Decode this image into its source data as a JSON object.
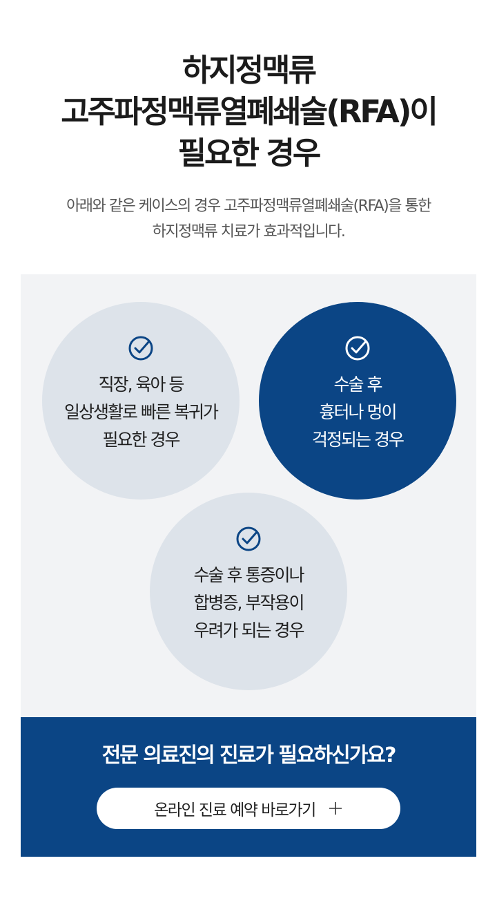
{
  "header": {
    "title_lines": [
      "하지정맥류",
      "고주파정맥류열폐쇄술(RFA)이",
      "필요한 경우"
    ],
    "subtitle_lines": [
      "아래와 같은 케이스의 경우 고주파정맥류열폐쇄술(RFA)을 통한",
      "하지정맥류 치료가 효과적입니다."
    ]
  },
  "cases": [
    {
      "icon": "check-circle-icon",
      "style": "light",
      "lines": [
        "직장, 육아 등",
        "일상생활로 빠른 복귀가",
        "필요한 경우"
      ]
    },
    {
      "icon": "check-circle-icon",
      "style": "dark",
      "lines": [
        "수술 후",
        "흉터나 멍이",
        "걱정되는 경우"
      ]
    },
    {
      "icon": "check-circle-icon",
      "style": "light",
      "lines": [
        "수술 후 통증이나",
        "합병증, 부작용이",
        "우려가 되는 경우"
      ]
    }
  ],
  "cta": {
    "title": "전문 의료진의 진료가 필요하신가요?",
    "button_label": "온라인 진료 예약 바로가기",
    "button_icon": "plus-icon"
  },
  "colors": {
    "navy": "#0b4585",
    "circle_light": "#dde3ea",
    "panel_bg": "#f2f3f5"
  }
}
